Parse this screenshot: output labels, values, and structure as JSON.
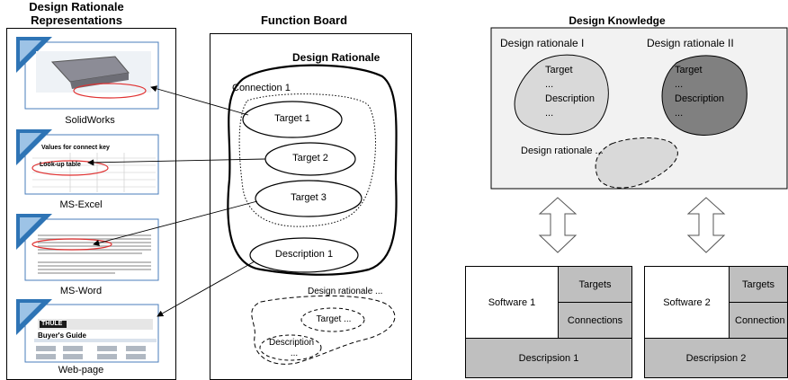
{
  "left_panel": {
    "title_line1": "Design Rationale",
    "title_line2": "Representations",
    "items": [
      {
        "label": "SolidWorks"
      },
      {
        "label": "MS-Excel"
      },
      {
        "label": "MS-Word"
      },
      {
        "label": "Web-page"
      }
    ],
    "excel_thumb": {
      "heading": "Values for connect key",
      "table": "Look-up table"
    },
    "web_thumb": {
      "brand": "THULE",
      "heading": "Buyer's Guide"
    }
  },
  "function_board": {
    "title": "Function Board",
    "design_rationale_label": "Design Rationale",
    "connection_label": "Connection 1",
    "nodes": [
      "Target 1",
      "Target 2",
      "Target 3",
      "Description 1"
    ],
    "placeholder": {
      "title": "Design rationale ...",
      "target": "Target ...",
      "description": "Description",
      "ellipsis": "..."
    }
  },
  "design_knowledge": {
    "title": "Design Knowledge",
    "rationale_1": {
      "title": "Design rationale I",
      "line1": "Target",
      "line2": "...",
      "line3": "Description",
      "line4": "..."
    },
    "rationale_2": {
      "title": "Design rationale II",
      "line1": "Target",
      "line2": "...",
      "line3": "Description",
      "line4": "..."
    },
    "rationale_more": "Design rationale ..."
  },
  "software_blocks": [
    {
      "name": "Software 1",
      "targets": "Targets",
      "connections": "Connections",
      "description": "Descripsion 1"
    },
    {
      "name": "Software 2",
      "targets": "Targets",
      "connections": "Connection",
      "description": "Descripsion 2"
    }
  ],
  "colors": {
    "light_fill": "#d9d9d9",
    "dark_fill": "#808080",
    "panel_grey": "#f2f2f2",
    "box_grey": "#bfbfbf"
  }
}
